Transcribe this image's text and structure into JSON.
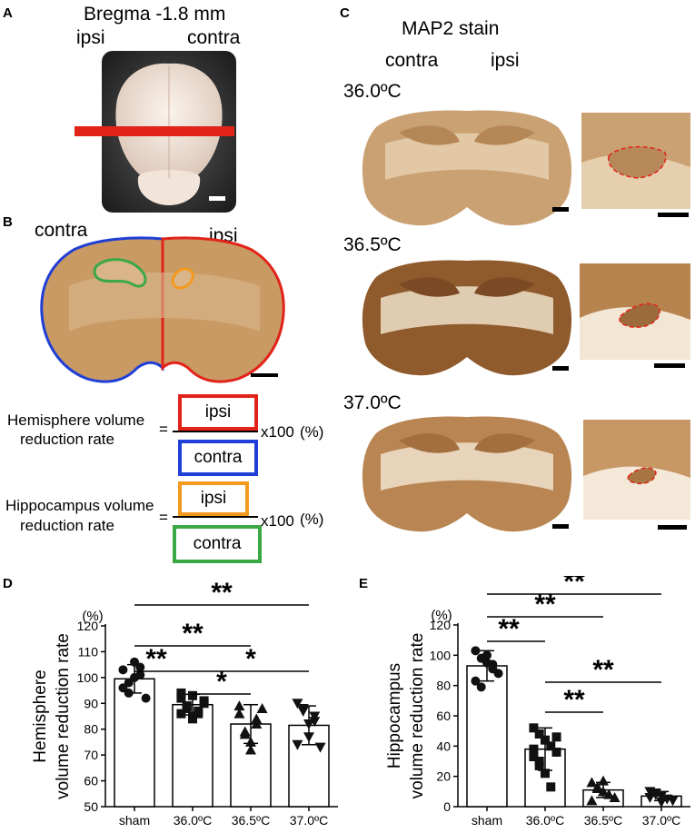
{
  "panels": {
    "A": "A",
    "B": "B",
    "C": "C",
    "D": "D",
    "E": "E"
  },
  "panelA": {
    "title": "Bregma -1.8 mm",
    "left": "ipsi",
    "right": "contra"
  },
  "panelB": {
    "left": "contra",
    "right": "ipsi"
  },
  "formulas": {
    "hemisphere": {
      "label_line1": "Hemisphere volume",
      "label_line2": "reduction rate",
      "eq": "=",
      "numerator": "ipsi",
      "denominator": "contra",
      "suffix": "x100",
      "unit": "(%)"
    },
    "hippocampus": {
      "label_line1": "Hippocampus volume",
      "label_line2": "reduction rate",
      "eq": "=",
      "numerator": "ipsi",
      "denominator": "contra",
      "suffix": "x100",
      "unit": "(%)"
    }
  },
  "panelC": {
    "title": "MAP2 stain",
    "left": "contra",
    "right": "ipsi",
    "rows": [
      "36.0ºC",
      "36.5ºC",
      "37.0ºC"
    ]
  },
  "colors": {
    "red": "#e2231a",
    "blue": "#1f3fd6",
    "green": "#3aa845",
    "orange": "#f39a1e",
    "tissue": "#c99a64",
    "tissue_light": "#e8d2b2"
  },
  "chart_data": [
    {
      "type": "bar",
      "panel": "D",
      "categories": [
        "sham",
        "36.0ºC",
        "36.5ºC",
        "37.0ºC"
      ],
      "values": [
        99.5,
        89.5,
        82,
        81.5
      ],
      "errors": [
        5.5,
        4,
        7.5,
        7.5
      ],
      "ylabel_line1": "Hemisphere",
      "ylabel_line2": "volume reduction rate",
      "unit": "(%)",
      "ylim": [
        50,
        120
      ],
      "yticks": [
        50,
        60,
        70,
        80,
        90,
        100,
        110,
        120
      ],
      "points": [
        [
          103,
          98,
          106,
          101,
          92,
          96,
          94,
          100,
          104
        ],
        [
          92,
          88,
          85,
          86,
          90,
          94,
          89,
          84,
          87,
          91,
          86,
          89,
          93
        ],
        [
          86,
          79,
          75,
          82,
          88,
          89,
          78,
          72,
          84
        ],
        [
          90,
          87,
          77,
          83,
          73,
          74,
          88,
          82,
          85
        ]
      ],
      "markers": [
        "circle",
        "square",
        "triangle",
        "triangle-down"
      ],
      "significance": [
        {
          "from": 0,
          "to": 3,
          "label": "**"
        },
        {
          "from": 0,
          "to": 2,
          "label": "**"
        },
        {
          "from": 0,
          "to": 1,
          "label": "**"
        },
        {
          "from": 1,
          "to": 3,
          "label": "*"
        },
        {
          "from": 1,
          "to": 2,
          "label": "*"
        }
      ]
    },
    {
      "type": "bar",
      "panel": "E",
      "categories": [
        "sham",
        "36.0ºC",
        "36.5ºC",
        "37.0ºC"
      ],
      "values": [
        93,
        38,
        11,
        7
      ],
      "errors": [
        10,
        14,
        5,
        3
      ],
      "ylabel_line1": "Hippocampus",
      "ylabel_line2": "volume reduction rate",
      "unit": "(%)",
      "ylim": [
        0,
        120
      ],
      "yticks": [
        0,
        20,
        40,
        60,
        80,
        100,
        120
      ],
      "points": [
        [
          103,
          98,
          95,
          91,
          88,
          83,
          79,
          100,
          94
        ],
        [
          52,
          48,
          44,
          40,
          36,
          33,
          27,
          22,
          13,
          46,
          38,
          30
        ],
        [
          16,
          13,
          10,
          8,
          6,
          4,
          12,
          17
        ],
        [
          10,
          8,
          7,
          5,
          4,
          6,
          9,
          3
        ]
      ],
      "markers": [
        "circle",
        "square",
        "triangle",
        "triangle-down"
      ],
      "significance": [
        {
          "from": 0,
          "to": 3,
          "label": "**"
        },
        {
          "from": 0,
          "to": 2,
          "label": "**"
        },
        {
          "from": 0,
          "to": 1,
          "label": "**"
        },
        {
          "from": 1,
          "to": 3,
          "label": "**"
        },
        {
          "from": 1,
          "to": 2,
          "label": "**"
        }
      ]
    }
  ]
}
